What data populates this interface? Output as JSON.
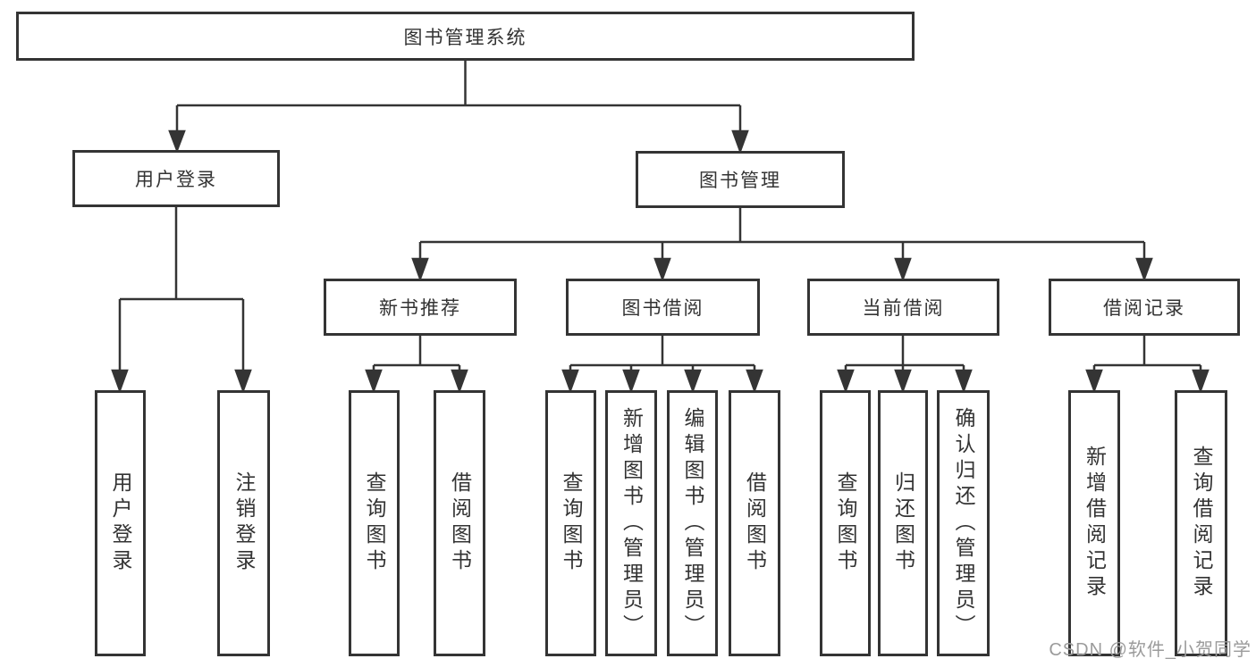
{
  "tree": {
    "root": "图书管理系统",
    "user_login": {
      "label": "用户登录",
      "children": [
        "用户登录",
        "注销登录"
      ]
    },
    "book_management": {
      "label": "图书管理",
      "groups": [
        {
          "label": "新书推荐",
          "children": [
            "查询图书",
            "借阅图书"
          ]
        },
        {
          "label": "图书借阅",
          "children": [
            "查询图书",
            "新增图书（管理员）",
            "编辑图书（管理员）",
            "借阅图书"
          ]
        },
        {
          "label": "当前借阅",
          "children": [
            "查询图书",
            "归还图书",
            "确认归还（管理员）"
          ]
        },
        {
          "label": "借阅记录",
          "children": [
            "新增借阅记录",
            "查询借阅记录"
          ]
        }
      ]
    }
  },
  "watermark": "CSDN @软件_小贺同学",
  "colors": {
    "line": "#343434",
    "text": "#333333",
    "watermark": "#9b9b9b",
    "background": "#ffffff"
  }
}
